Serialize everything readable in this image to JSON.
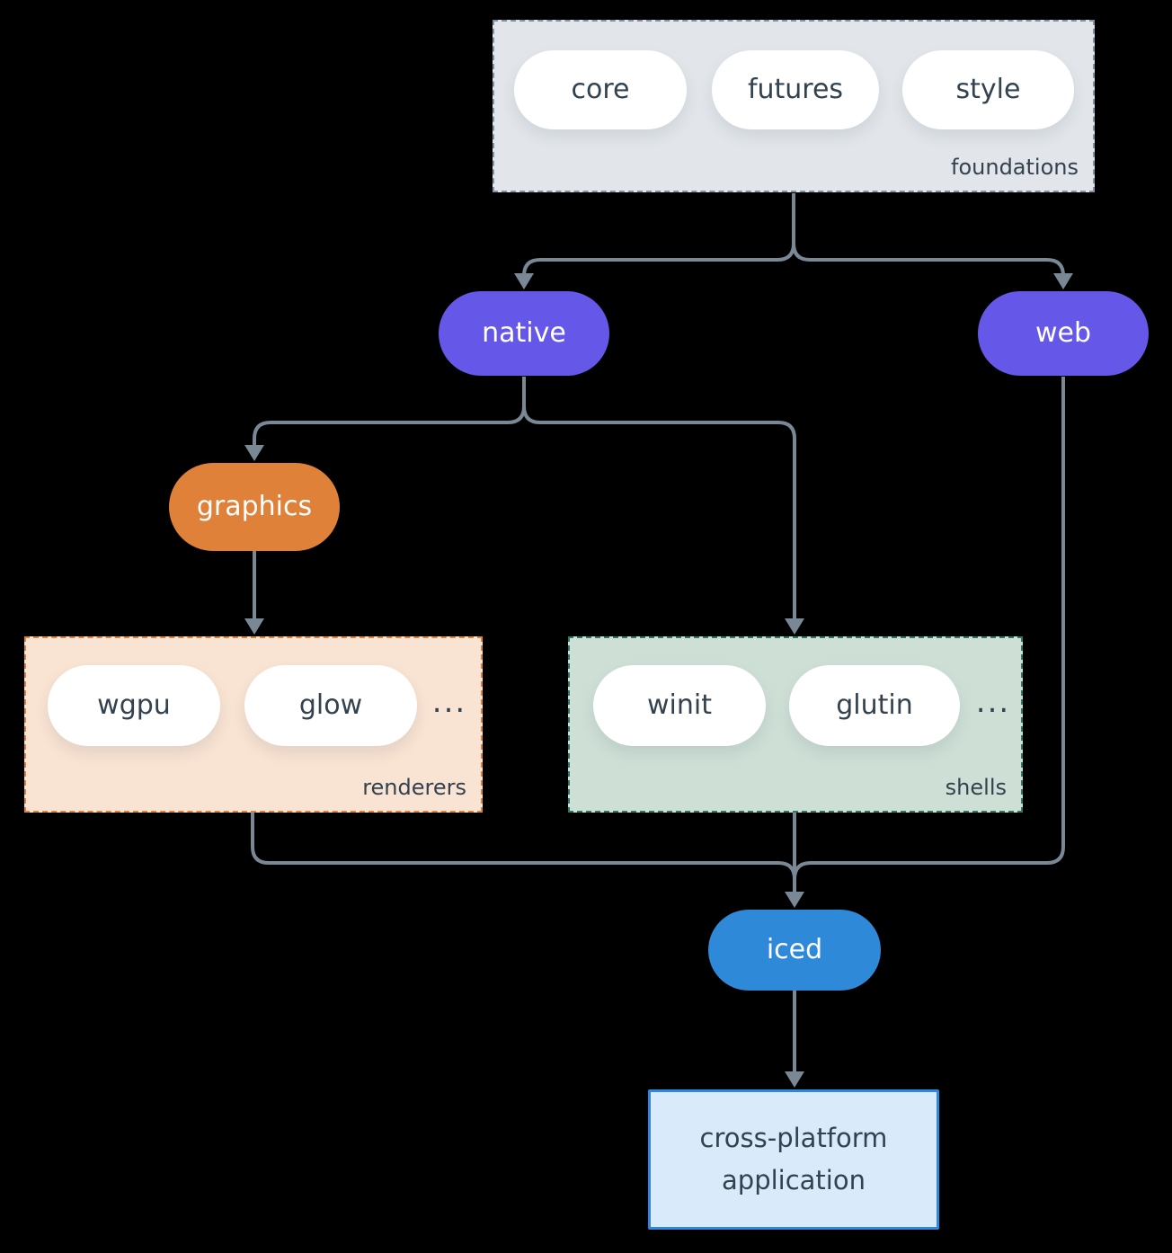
{
  "colors": {
    "background": "#000000",
    "connector": "#7a8795",
    "text_dark": "#33424f",
    "purple": "#6558e8",
    "orange": "#e0813a",
    "blue": "#2e89d8",
    "foundations_fill": "#e2e6eb",
    "foundations_border": "#8292a2",
    "renderers_fill": "#f9e3d3",
    "renderers_border": "#e0823c",
    "shells_fill": "#cedfd6",
    "shells_border": "#2f7568",
    "application_fill": "#d9eafa",
    "application_border": "#2e86de"
  },
  "nodes": {
    "foundations": {
      "label": "foundations",
      "items": [
        "core",
        "futures",
        "style"
      ]
    },
    "native": {
      "label": "native"
    },
    "web": {
      "label": "web"
    },
    "graphics": {
      "label": "graphics"
    },
    "renderers": {
      "label": "renderers",
      "items": [
        "wgpu",
        "glow"
      ],
      "more": "..."
    },
    "shells": {
      "label": "shells",
      "items": [
        "winit",
        "glutin"
      ],
      "more": "..."
    },
    "iced": {
      "label": "iced"
    },
    "application": {
      "label": "cross-platform application"
    }
  }
}
